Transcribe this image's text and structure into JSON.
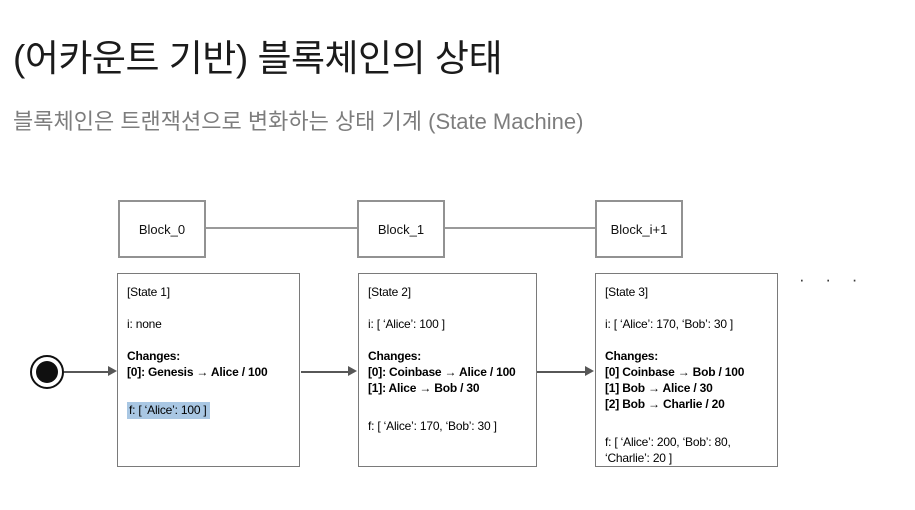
{
  "page": {
    "title": "(어카운트 기반) 블록체인의 상태",
    "subtitle": "블록체인은 트랜잭션으로 변화하는 상태 기계 (State Machine)",
    "ellipsis": "· · ·"
  },
  "colors": {
    "title_text": "#1b1b1b",
    "subtitle_text": "#7d7d7d",
    "block_border": "#929292",
    "state_border": "#7a7a7a",
    "arrow": "#575757",
    "highlight": "#a9c7e3",
    "body_text": "#000000"
  },
  "blocks": [
    {
      "label": "Block_0"
    },
    {
      "label": "Block_1"
    },
    {
      "label": "Block_i+1"
    }
  ],
  "states": [
    {
      "name": "[State 1]",
      "i": "i: none",
      "changes_title": "Changes:",
      "changes": [
        "[0]: Genesis → Alice / 100"
      ],
      "f": "f: [ ‘Alice’: 100 ]",
      "f_highlighted": true
    },
    {
      "name": "[State 2]",
      "i": "i: [ ‘Alice’: 100 ]",
      "changes_title": "Changes:",
      "changes": [
        "[0]: Coinbase → Alice / 100",
        "[1]: Alice → Bob / 30"
      ],
      "f": "f: [ ‘Alice’: 170, ‘Bob’: 30 ]",
      "f_highlighted": false
    },
    {
      "name": "[State 3]",
      "i": "i: [ ‘Alice’: 170, ‘Bob’: 30 ]",
      "changes_title": "Changes:",
      "changes": [
        "[0] Coinbase → Bob / 100",
        "[1] Bob → Alice / 30",
        "[2] Bob → Charlie / 20"
      ],
      "f": "f: [ ‘Alice’: 200, ‘Bob’: 80, ‘Charlie’: 20 ]",
      "f_highlighted": false
    }
  ]
}
